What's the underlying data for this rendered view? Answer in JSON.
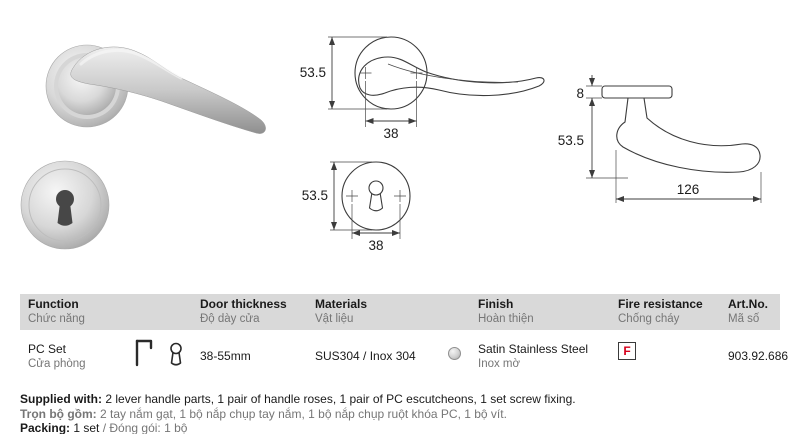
{
  "colors": {
    "header-bg": "#d9d9d9",
    "muted-text": "#767676",
    "fire-red": "#d6001c"
  },
  "drawings": {
    "front_view": {
      "rose_diameter": "53.5",
      "hole_distance": "38"
    },
    "escutcheon_view": {
      "diameter": "53.5",
      "hole_distance": "38"
    },
    "side_view": {
      "rose_thickness": "8",
      "handle_height": "53.5",
      "handle_length": "126"
    }
  },
  "icons": {
    "function_pictograms": [
      "lever-handle-icon",
      "pc-keyhole-icon"
    ]
  },
  "table": {
    "headers": [
      {
        "en": "Function",
        "vi": "Chức năng"
      },
      {
        "en": "Door thickness",
        "vi": "Độ dày cửa"
      },
      {
        "en": "Materials",
        "vi": "Vật liệu"
      },
      {
        "en": "Finish",
        "vi": "Hoàn thiện"
      },
      {
        "en": "Fire resistance",
        "vi": "Chống cháy"
      },
      {
        "en": "Art.No.",
        "vi": "Mã số"
      }
    ],
    "row": {
      "function_en": "PC Set",
      "function_vi": "Cửa phòng",
      "door_thickness": "38-55mm",
      "materials": "SUS304 / Inox 304",
      "finish_en": "Satin Stainless Steel",
      "finish_vi": "Inox mờ",
      "fire_resistance": "F",
      "art_no": "903.92.686"
    }
  },
  "footer": {
    "supplied_label_en": "Supplied with:",
    "supplied_text_en": "2 lever handle parts, 1 pair of handle roses, 1 pair of PC escutcheons, 1 set screw fixing.",
    "supplied_label_vi": "Trọn bộ gồm:",
    "supplied_text_vi": "2 tay nắm gạt, 1 bộ nắp chụp tay nắm, 1 bộ nắp chụp ruột khóa PC, 1 bộ vít.",
    "packing_label_en": "Packing:",
    "packing_value_en": "1 set",
    "packing_vi": "/ Đóng gói: 1 bộ"
  }
}
